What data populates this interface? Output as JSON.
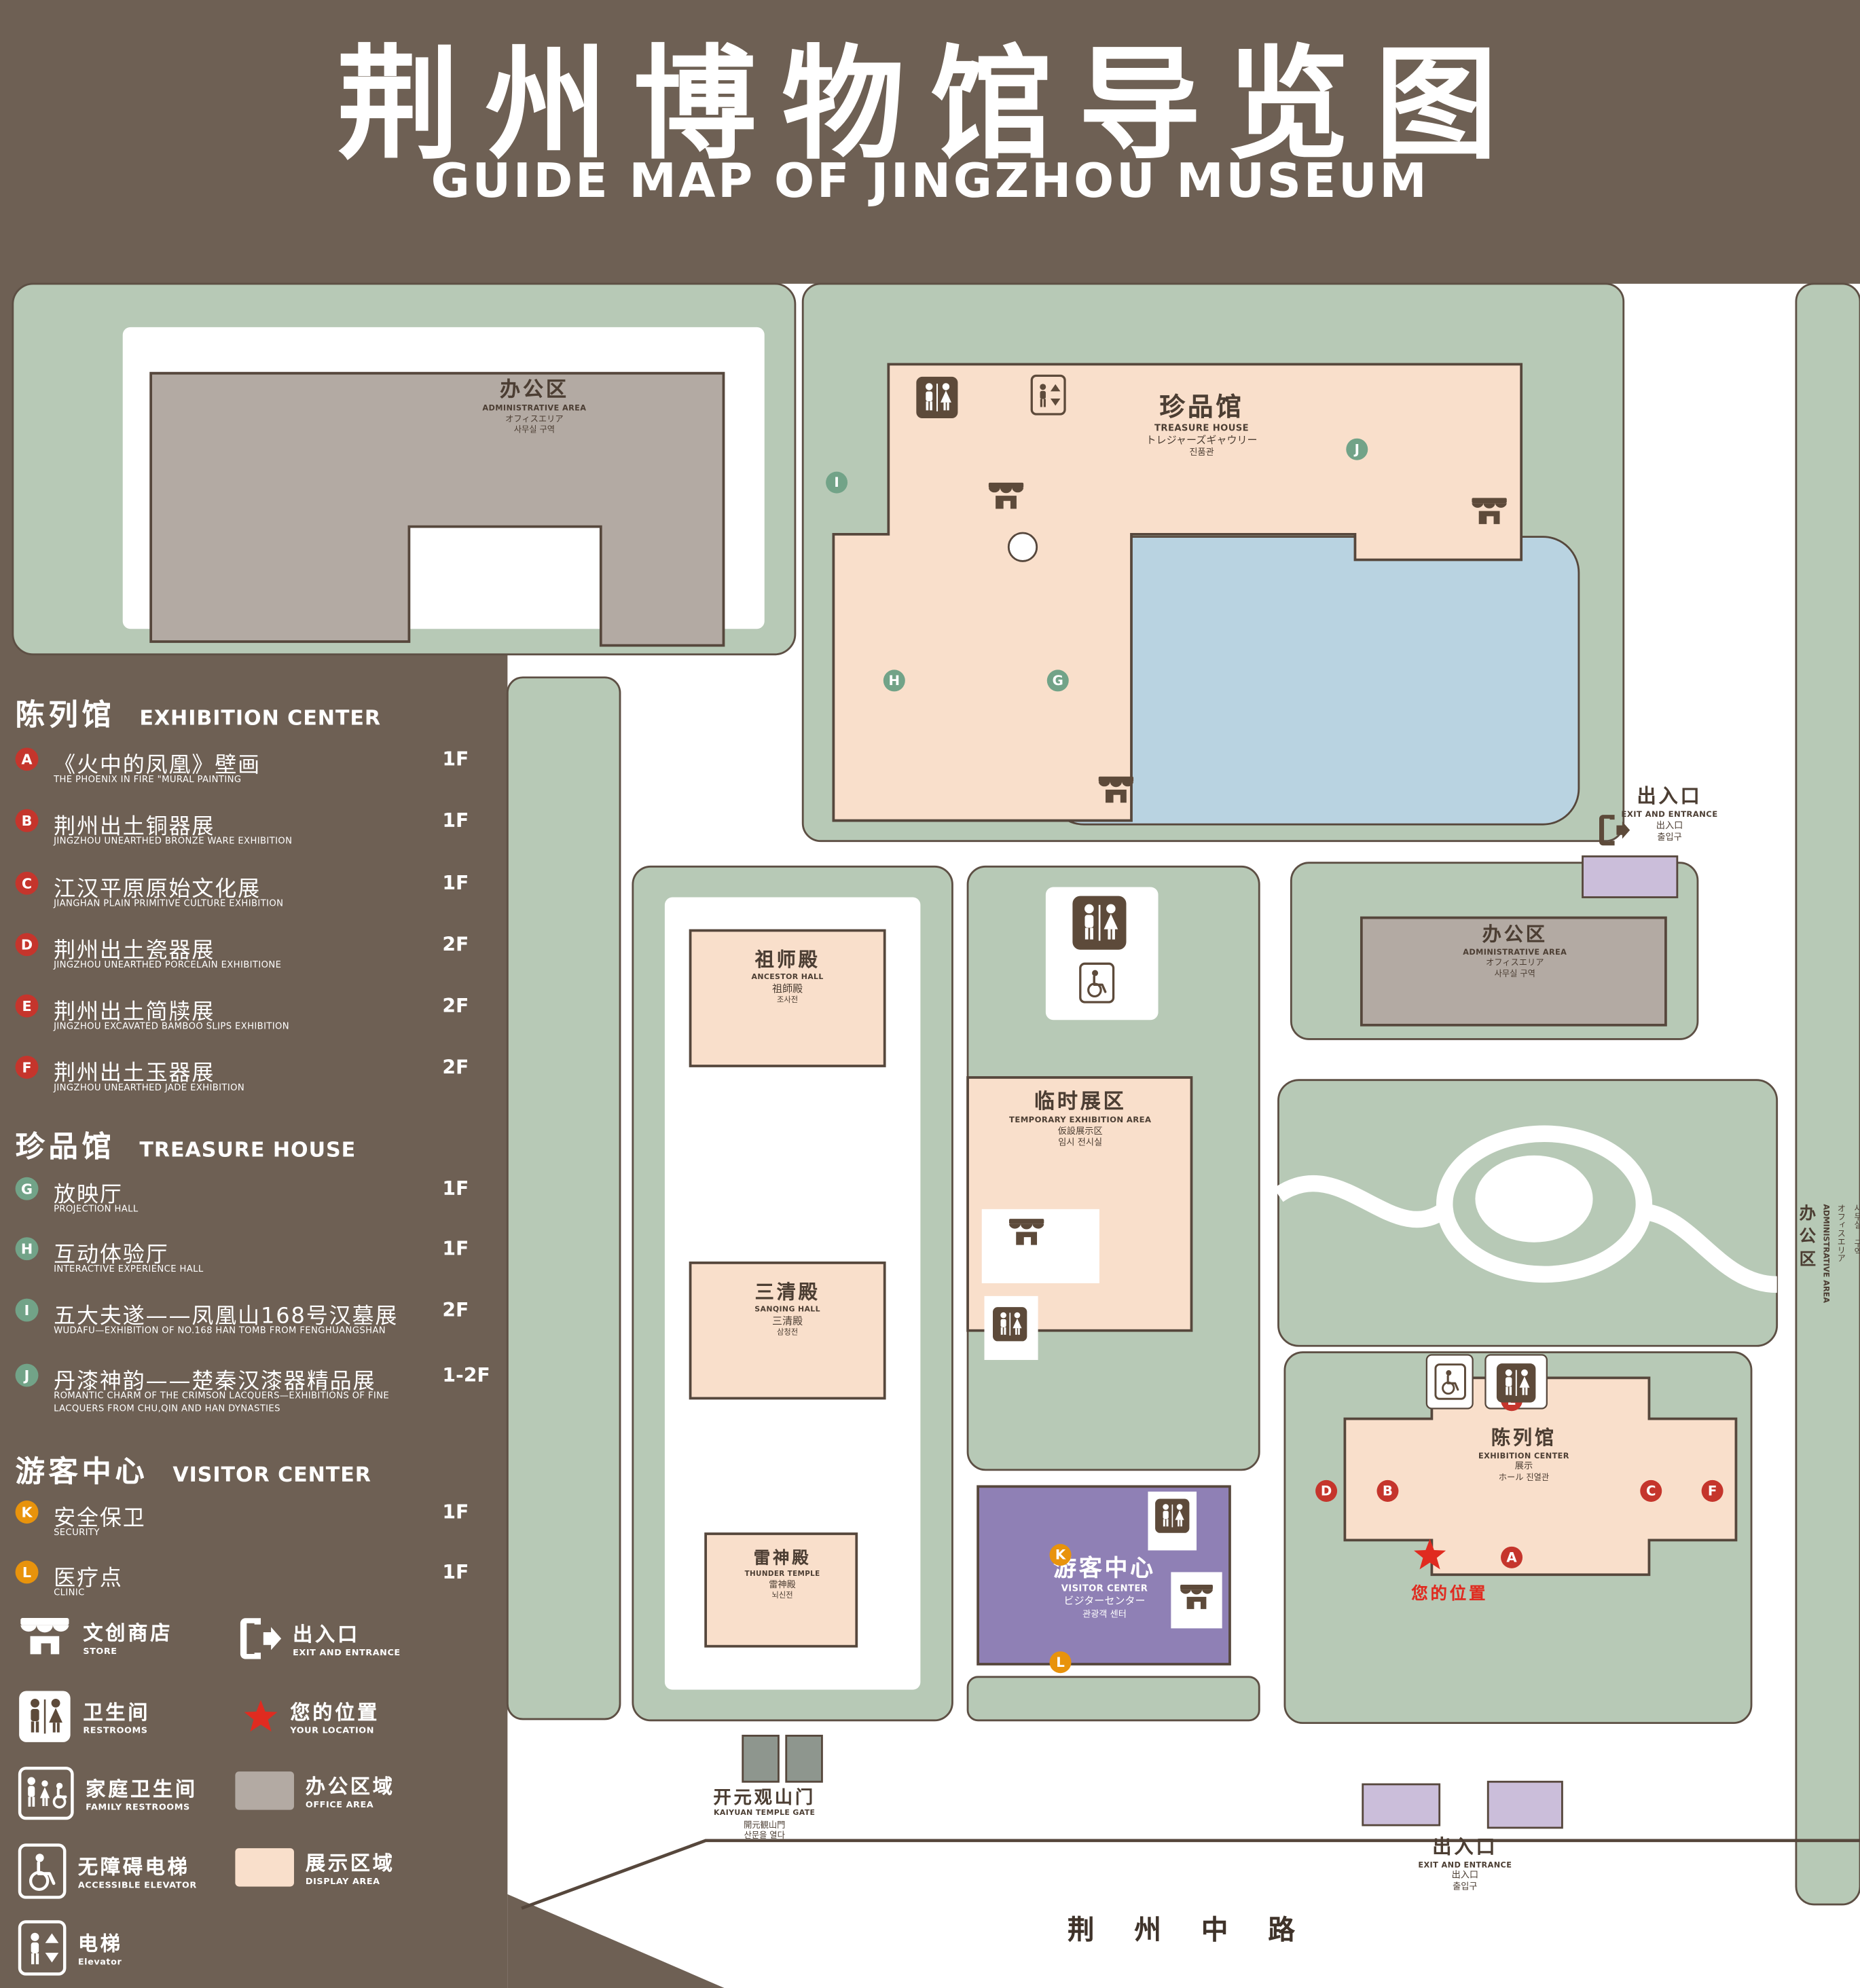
{
  "header": {
    "title_zh": "荆州博物馆导览图",
    "title_en": "GUIDE MAP OF JINGZHOU MUSEUM"
  },
  "legend": {
    "sections": [
      {
        "zh": "陈列馆",
        "en": "EXHIBITION CENTER",
        "items": [
          {
            "letter": "A",
            "zh": "《火中的凤凰》壁画",
            "en": "THE PHOENIX IN FIRE \"MURAL PAINTING",
            "floor": "1F"
          },
          {
            "letter": "B",
            "zh": "荆州出土铜器展",
            "en": "JINGZHOU UNEARTHED BRONZE WARE EXHIBITION",
            "floor": "1F"
          },
          {
            "letter": "C",
            "zh": "江汉平原原始文化展",
            "en": "JIANGHAN PLAIN PRIMITIVE CULTURE EXHIBITION",
            "floor": "1F"
          },
          {
            "letter": "D",
            "zh": "荆州出土瓷器展",
            "en": "JINGZHOU UNEARTHED PORCELAIN EXHIBITIONE",
            "floor": "2F"
          },
          {
            "letter": "E",
            "zh": "荆州出土简牍展",
            "en": "JINGZHOU EXCAVATED BAMBOO SLIPS EXHIBITION",
            "floor": "2F"
          },
          {
            "letter": "F",
            "zh": "荆州出土玉器展",
            "en": "JINGZHOU UNEARTHED JADE EXHIBITION",
            "floor": "2F"
          }
        ]
      },
      {
        "zh": "珍品馆",
        "en": "TREASURE HOUSE",
        "items": [
          {
            "letter": "G",
            "zh": "放映厅",
            "en": "PROJECTION HALL",
            "floor": "1F"
          },
          {
            "letter": "H",
            "zh": "互动体验厅",
            "en": "INTERACTIVE EXPERIENCE HALL",
            "floor": "1F"
          },
          {
            "letter": "I",
            "zh": "五大夫遂——凤凰山168号汉墓展",
            "en": "WUDAFU—EXHIBITION OF NO.168 HAN TOMB FROM FENGHUANGSHAN",
            "floor": "2F"
          },
          {
            "letter": "J",
            "zh": "丹漆神韵——楚秦汉漆器精品展",
            "en": "ROMANTIC CHARM OF THE CRIMSON LACQUERS—EXHIBITIONS OF FINE LACQUERS FROM CHU,QIN AND HAN DYNASTIES",
            "floor": "1-2F"
          }
        ]
      },
      {
        "zh": "游客中心",
        "en": "VISITOR CENTER",
        "items": [
          {
            "letter": "K",
            "zh": "安全保卫",
            "en": "SECURITY",
            "floor": "1F"
          },
          {
            "letter": "L",
            "zh": "医疗点",
            "en": "CLINIC",
            "floor": "1F"
          }
        ]
      }
    ],
    "symbols": [
      {
        "icon": "store-icon",
        "zh": "文创商店",
        "en": "STORE"
      },
      {
        "icon": "exit-icon",
        "zh": "出入口",
        "en": "EXIT AND ENTRANCE"
      },
      {
        "icon": "restroom-icon",
        "zh": "卫生间",
        "en": "RESTROOMS"
      },
      {
        "icon": "location-star-icon",
        "zh": "您的位置",
        "en": "YOUR LOCATION"
      },
      {
        "icon": "family-restroom-icon",
        "zh": "家庭卫生间",
        "en": "FAMILY RESTROOMS"
      },
      {
        "icon": "office-area-swatch",
        "zh": "办公区域",
        "en": "OFFICE AREA"
      },
      {
        "icon": "accessible-elevator-icon",
        "zh": "无障碍电梯",
        "en": "ACCESSIBLE ELEVATOR"
      },
      {
        "icon": "display-area-swatch",
        "zh": "展示区域",
        "en": "DISPLAY AREA"
      },
      {
        "icon": "elevator-icon",
        "zh": "电梯",
        "en": "Elevator"
      }
    ]
  },
  "map": {
    "admin_top": {
      "zh": "办公区",
      "en": "ADMINISTRATIVE AREA",
      "ja": "オフィスエリア",
      "ko": "사무실 구역"
    },
    "treasure_house": {
      "zh": "珍品馆",
      "en": "TREASURE HOUSE",
      "ja": "トレジャーズギャウリー",
      "ko": "진품관"
    },
    "exit_right": {
      "zh": "出入口",
      "en": "EXIT AND ENTRANCE",
      "ja": "出入口",
      "ko": "출입구"
    },
    "admin_right": {
      "zh": "办公区",
      "en": "ADMINISTRATIVE AREA",
      "ja": "オフィスエリア",
      "ko": "사무실 구역"
    },
    "ancestor_hall": {
      "zh": "祖师殿",
      "en": "ANCESTOR HALL",
      "ja": "祖師殿",
      "ko": "조사전"
    },
    "temporary_area": {
      "zh": "临时展区",
      "en": "TEMPORARY EXHIBITION AREA",
      "ja": "仮設展示区",
      "ko": "임시 전시실"
    },
    "sanqing_hall": {
      "zh": "三清殿",
      "en": "SANQING HALL",
      "ja": "三清殿",
      "ko": "삼청전"
    },
    "thunder_temple": {
      "zh": "雷神殿",
      "en": "THUNDER TEMPLE",
      "ja": "雷神殿",
      "ko": "뇌신전"
    },
    "visitor_center": {
      "zh": "游客中心",
      "en": "VISITOR CENTER",
      "ja": "ビジターセンター",
      "ko": "관광객 센터"
    },
    "exhibition_hall": {
      "zh": "陈列馆",
      "en": "EXHIBITION CENTER",
      "ja": "展示",
      "ko": "ホール 진열관"
    },
    "your_location": {
      "zh": "您的位置"
    },
    "gate": {
      "zh": "开元观山门",
      "en": "KAIYUAN TEMPLE GATE",
      "ja": "開元観山門",
      "ko": "산문을 열다"
    },
    "exit_bottom": {
      "zh": "出入口",
      "en": "EXIT AND ENTRANCE",
      "ja": "出入口",
      "ko": "출입구"
    },
    "admin_strip": {
      "zh": "办公区",
      "en": "ADMINISTRATIVE AREA",
      "ja": "オフィスエリア",
      "ko": "사무실 구역"
    },
    "road": {
      "zh": "荆 州 中 路"
    },
    "markers": {
      "a": "A",
      "b": "B",
      "c": "C",
      "d": "D",
      "e": "E",
      "f": "F",
      "g": "G",
      "h": "H",
      "i": "I",
      "j": "J",
      "k": "K",
      "l": "L"
    }
  },
  "colors": {
    "background": "#6e6054",
    "lawn": "#b7c9b6",
    "display_area": "#f9dfcb",
    "office_area": "#b3aaa3",
    "water": "#b9d3e1",
    "visitor_center": "#8f80b5",
    "entrance_purple": "#cbbeda",
    "marker_red": "#c5352c",
    "marker_green": "#72a388",
    "marker_orange": "#e8930c",
    "icon_brown": "#5d4a3a",
    "location_red": "#e02b20",
    "outline": "#56473c"
  }
}
